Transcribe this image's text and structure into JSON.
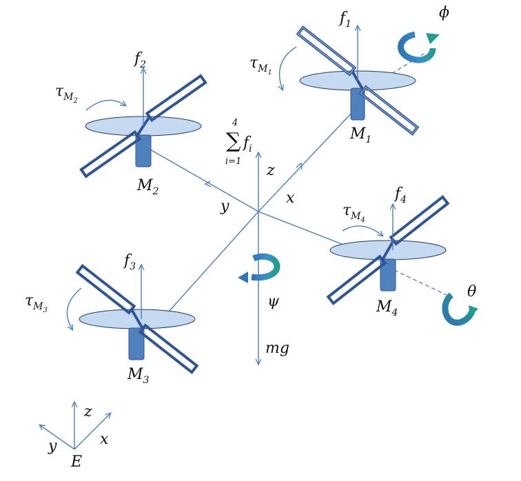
{
  "colors": {
    "frame": "#4a7ebf",
    "disk": "#c5d9f1",
    "disk_edge": "#1f3864",
    "motor": "#4f81bd",
    "blade": "#2f5597",
    "rotation_arrow_start": "#2e75b6",
    "rotation_arrow_end": "#1f9e8e"
  },
  "labels": {
    "f1": "f",
    "f1_sub": "1",
    "f2": "f",
    "f2_sub": "2",
    "f3": "f",
    "f3_sub": "3",
    "f4": "f",
    "f4_sub": "4",
    "tau": "τ",
    "tau1_sub": "M",
    "tau1_subsub": "1",
    "tau2_sub": "M",
    "tau2_subsub": "2",
    "tau3_sub": "M",
    "tau3_subsub": "3",
    "tau4_sub": "M",
    "tau4_subsub": "4",
    "m1": "M",
    "m1_sub": "1",
    "m2": "M",
    "m2_sub": "2",
    "m3": "M",
    "m3_sub": "3",
    "m4": "M",
    "m4_sub": "4",
    "phi": "ϕ",
    "theta": "θ",
    "psi": "ψ",
    "mg": "mg",
    "sum_symbol": "∑",
    "sum_upper": "4",
    "sum_lower": "i=1",
    "sum_f": "f",
    "sum_f_sub": "i",
    "body_z": "z",
    "body_x": "x",
    "body_y": "y",
    "earth_z": "z",
    "earth_x": "x",
    "earth_y": "y",
    "earth_origin": "E"
  }
}
